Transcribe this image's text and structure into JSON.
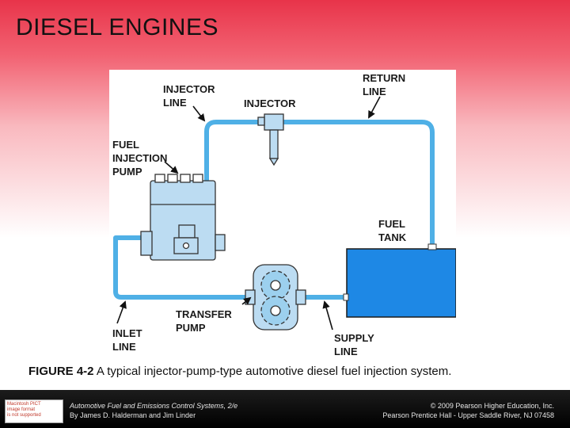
{
  "slide": {
    "title": "DIESEL ENGINES"
  },
  "diagram": {
    "labels": {
      "injector_line": "INJECTOR\nLINE",
      "injector": "INJECTOR",
      "return_line": "RETURN\nLINE",
      "fuel_injection_pump": "FUEL\nINJECTION\nPUMP",
      "fuel_tank": "FUEL\nTANK",
      "transfer_pump": "TRANSFER\nPUMP",
      "inlet_line": "INLET\nLINE",
      "supply_line": "SUPPLY\nLINE"
    },
    "colors": {
      "fuel_line": "#4fb0e6",
      "component_fill": "#bcdcf2",
      "component_stroke": "#333333",
      "tank_fill": "#1e88e5",
      "gear_fill": "#9cd0ee"
    }
  },
  "caption": {
    "figure_number": "FIGURE 4-2",
    "text": " A typical injector-pump-type automotive diesel fuel injection system."
  },
  "footer": {
    "badge_text": "Macintosh PICT\nimage format\nis not supported",
    "book_title": "Automotive Fuel and Emissions Control Systems, 2/e",
    "authors": "By James D. Halderman and Jim Linder",
    "copyright": "© 2009 Pearson Higher Education, Inc.",
    "publisher": "Pearson Prentice Hall - Upper Saddle River, NJ 07458"
  }
}
